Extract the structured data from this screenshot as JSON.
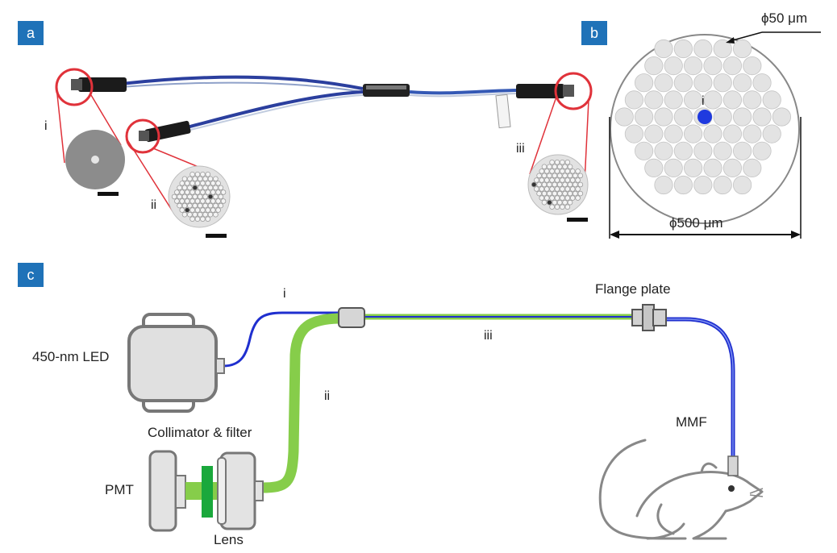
{
  "colors": {
    "panel_tag": "#1f72b8",
    "blue_fiber": "#1f2fcf",
    "green_fiber": "#86cd4a",
    "red_marker": "#e0323a",
    "core_dot": "#1f3adf"
  },
  "panel_a": {
    "tag": "a",
    "labels": {
      "i": "i",
      "ii": "ii",
      "iii": "iii"
    }
  },
  "panel_b": {
    "tag": "b",
    "fiber_diameter_label": "ϕ50 μm",
    "bundle_diameter_label": "ϕ500 μm",
    "center_label": "i"
  },
  "panel_c": {
    "tag": "c",
    "led_label": "450-nm LED",
    "collimator_label": "Collimator & filter",
    "pmt_label": "PMT",
    "lens_label": "Lens",
    "flange_label": "Flange plate",
    "mmf_label": "MMF",
    "fiber_i": "i",
    "fiber_ii": "ii",
    "fiber_iii": "iii"
  }
}
